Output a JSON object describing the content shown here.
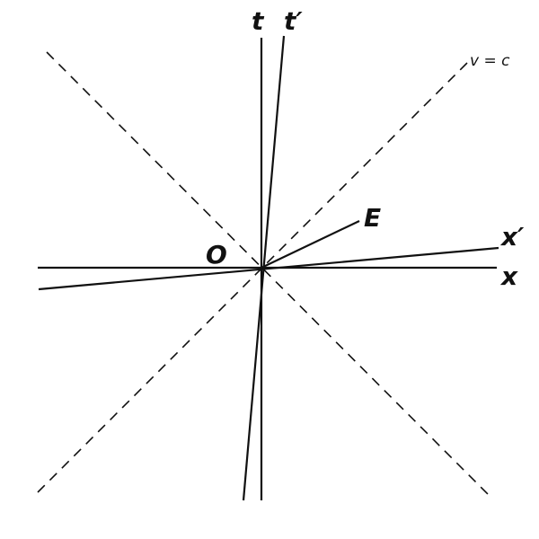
{
  "labels": {
    "t": "t",
    "t_prime": "t′",
    "x": "x",
    "x_prime": "x′",
    "origin": "O",
    "event": "E",
    "light_line": "v = c"
  },
  "colors": {
    "ink": "#111111",
    "background": "#ffffff"
  }
}
